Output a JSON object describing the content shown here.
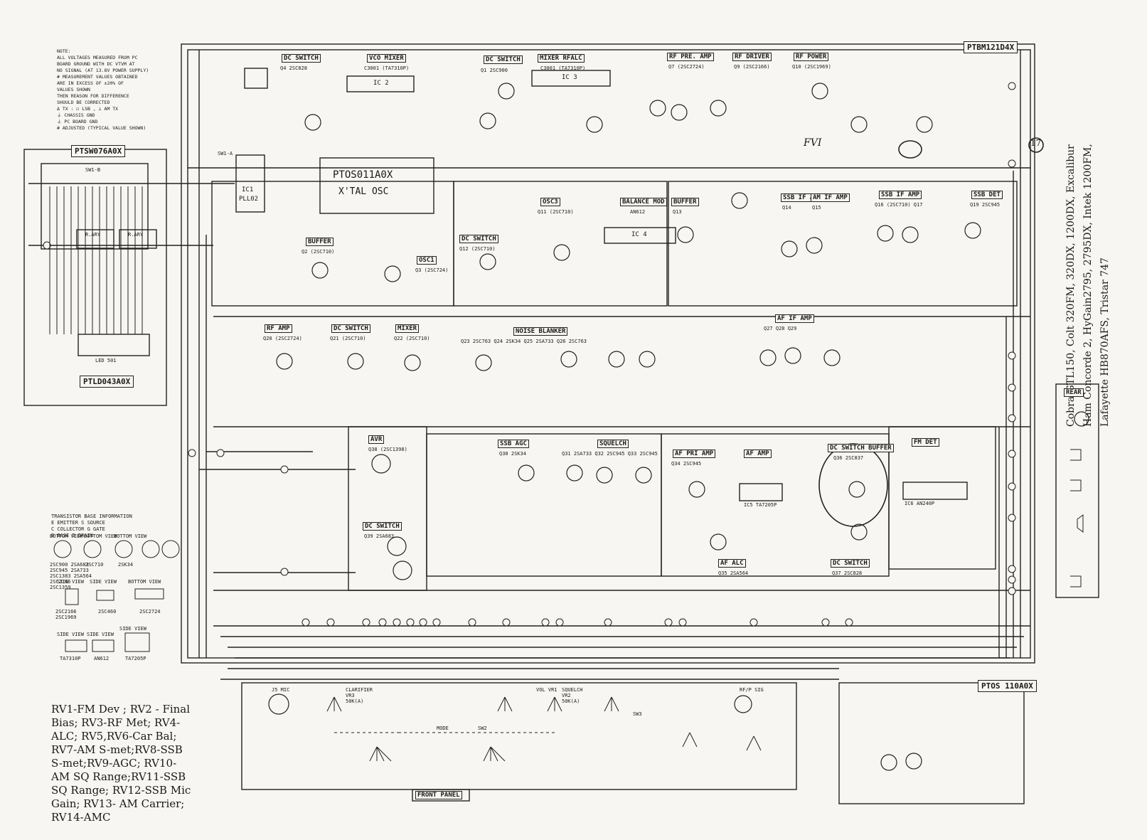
{
  "boards": {
    "main": "PTBM121D4X",
    "switch": "PTSW076A0X",
    "led": "PTLD043A0X",
    "xtal": "PTOS011A0X",
    "osc110": "PTOS 110A0X"
  },
  "note": [
    "NOTE:",
    "ALL VOLTAGES MEASURED FROM PC",
    "BOARD GROUND WITH DC VTVM AT",
    "NO SIGNAL (AT 13.8V POWER SUPPLY)",
    "# MEASUREMENT VALUES OBTAINED",
    "ARE IN EXCESS OF ±20% OF",
    "VALUES SHOWN",
    "THEN REASON FOR DIFFERENCE",
    "SHOULD BE CORRECTED",
    "Δ TX : ◻ LSB , ⊥ AM TX",
    "⏚ CHASSIS GND",
    "⏚ PC BOARD GND",
    "# ADJUSTED (TYPICAL VALUE SHOWN)"
  ],
  "blocks": [
    {
      "id": "dc-switch-q4",
      "title": "DC SWITCH",
      "sub": "Q4 2SC828"
    },
    {
      "id": "vco-mixer",
      "title": "VCO MIXER",
      "sub": "C3001 (TA7310P)"
    },
    {
      "id": "dc-switch-q1",
      "title": "DC SWITCH",
      "sub": "Q1 2SC900"
    },
    {
      "id": "mixer-rfalc",
      "title": "MIXER RFALC",
      "sub": "C3001 (TA7310P)"
    },
    {
      "id": "rf-pre-amp",
      "title": "RF PRE. AMP",
      "sub": "Q7 (2SC2724)"
    },
    {
      "id": "rf-driver",
      "title": "RF DRIVER",
      "sub": "Q9 (2SC2166)"
    },
    {
      "id": "rf-power",
      "title": "RF POWER",
      "sub": "Q10 (2SC1969)"
    },
    {
      "id": "osc3",
      "title": "OSC3",
      "sub": "Q11 (2SC710)"
    },
    {
      "id": "balance-mod",
      "title": "BALANCE MOD",
      "sub": "AN612"
    },
    {
      "id": "buffer-q13",
      "title": "BUFFER",
      "sub": "Q13"
    },
    {
      "id": "ssb-if-amp-1",
      "title": "SSB IF AMP",
      "sub": "Q14"
    },
    {
      "id": "am-if-amp",
      "title": "AM IF AMP",
      "sub": "Q15"
    },
    {
      "id": "ssb-if-amp-2",
      "title": "SSB IF AMP",
      "sub": "Q16 (2SC710) Q17"
    },
    {
      "id": "ssb-det",
      "title": "SSB DET",
      "sub": "Q19 2SC945"
    },
    {
      "id": "buffer-q2",
      "title": "BUFFER",
      "sub": "Q2 (2SC710)"
    },
    {
      "id": "dc-switch-q12",
      "title": "DC SWITCH",
      "sub": "Q12 (2SC710)"
    },
    {
      "id": "osc1",
      "title": "OSC1",
      "sub": "Q3 (2SC724)"
    },
    {
      "id": "rf-amp",
      "title": "RF AMP",
      "sub": "Q20 (2SC2724)"
    },
    {
      "id": "dc-switch-q21",
      "title": "DC SWITCH",
      "sub": "Q21 (2SC710)"
    },
    {
      "id": "mixer-q22",
      "title": "MIXER",
      "sub": "Q22 (2SC710)"
    },
    {
      "id": "noise-blanker",
      "title": "NOISE BLANKER",
      "sub": "Q23 2SC763 Q24 2SK34 Q25 2SA733 Q26 2SC763"
    },
    {
      "id": "af-if-amp",
      "title": "AF IF AMP",
      "sub": "Q27 Q28 Q29"
    },
    {
      "id": "avr",
      "title": "AVR",
      "sub": "Q38 (2SC1398)"
    },
    {
      "id": "ssb-agc",
      "title": "SSB AGC",
      "sub": "Q30 2SK34"
    },
    {
      "id": "squelch",
      "title": "SQUELCH",
      "sub": "Q31 2SA733 Q32 2SC945 Q33 2SC945"
    },
    {
      "id": "af-pri-amp",
      "title": "AF PRI AMP",
      "sub": "Q34 2SC945"
    },
    {
      "id": "af-amp",
      "title": "AF AMP",
      "sub": "IC5 TA7205P"
    },
    {
      "id": "dc-switch-buffer",
      "title": "DC SWITCH BUFFER",
      "sub": "Q36 2SC837"
    },
    {
      "id": "fm-det",
      "title": "FM DET",
      "sub": "IC6 AN240P"
    },
    {
      "id": "af-alc",
      "title": "AF ALC",
      "sub": "Q35 2SA564"
    },
    {
      "id": "dc-switch-q37",
      "title": "DC SWITCH",
      "sub": "Q37 2SC828"
    },
    {
      "id": "dc-switch-q39",
      "title": "DC SWITCH",
      "sub": "Q39 2SA683"
    }
  ],
  "ics": [
    {
      "id": "ic1",
      "label": "IC1",
      "sub": "PLL02"
    },
    {
      "id": "ic2",
      "label": "IC 2",
      "sub": ""
    },
    {
      "id": "ic3",
      "label": "IC 3",
      "sub": ""
    },
    {
      "id": "ic4",
      "label": "IC 4",
      "sub": ""
    },
    {
      "id": "xtal",
      "label": "PTOS011A0X",
      "sub": "X'TAL OSC"
    }
  ],
  "legend_transistor": [
    "TRANSISTOR BASE INFORMATION",
    "E EMITTER   S SOURCE",
    "C COLLECTOR G GATE",
    "B BASE      D DRAIN"
  ],
  "transistor_groups": [
    {
      "view": "BOTTOM VIEW",
      "parts": "2SC900 2SA683 2SC945 2SA733 2SC1383 2SA564 2SC2166 2SC1359"
    },
    {
      "view": "BOTTOM VIEW",
      "parts": "2SC710"
    },
    {
      "view": "BOTTOM VIEW",
      "parts": "2SK34"
    },
    {
      "view": "SIDE VIEW",
      "parts": "2SC2166 2SC1969"
    },
    {
      "view": "SIDE VIEW",
      "parts": "2SC460"
    },
    {
      "view": "BOTTOM VIEW",
      "parts": "2SC2724"
    },
    {
      "view": "SIDE VIEW",
      "parts": "TA7310P"
    },
    {
      "view": "SIDE VIEW",
      "parts": "AN612"
    },
    {
      "view": "SIDE VIEW",
      "parts": "TA7205P"
    }
  ],
  "rv_legend": [
    "RV1-FM Dev ; RV2 - Final",
    "Bias; RV3-RF Met; RV4-",
    "ALC; RV5,RV6-Car Bal;",
    "RV7-AM S-met;RV8-SSB",
    "S-met;RV9-AGC; RV10-",
    "AM SQ Range;RV11-SSB",
    "SQ Range; RV12-SSB Mic",
    "Gain; RV13- AM Carrier;",
    "RV14-AMC"
  ],
  "models": [
    "Cobra GTL150, Colt 320FM, 320DX, 1200DX, Excalibur",
    "Ham Concorde 2, HyGain2795, 2795DX, Intek 1200FM,",
    "Lafayette HB870AFS, Tristar 747"
  ],
  "front": {
    "title": "FRONT PANEL",
    "rear": "REAR",
    "controls": [
      "CLARIFIER VR3 50K(A)",
      "VOL VR1",
      "SQUELCH VR2 50K(A)",
      "MODE",
      "SW2",
      "SW3",
      "RF/P SIG",
      "J5 MIC",
      "LED 501",
      "R.ARY",
      "SW1-B",
      "SW1-A"
    ]
  },
  "annotations": [
    "FVI",
    "17"
  ]
}
